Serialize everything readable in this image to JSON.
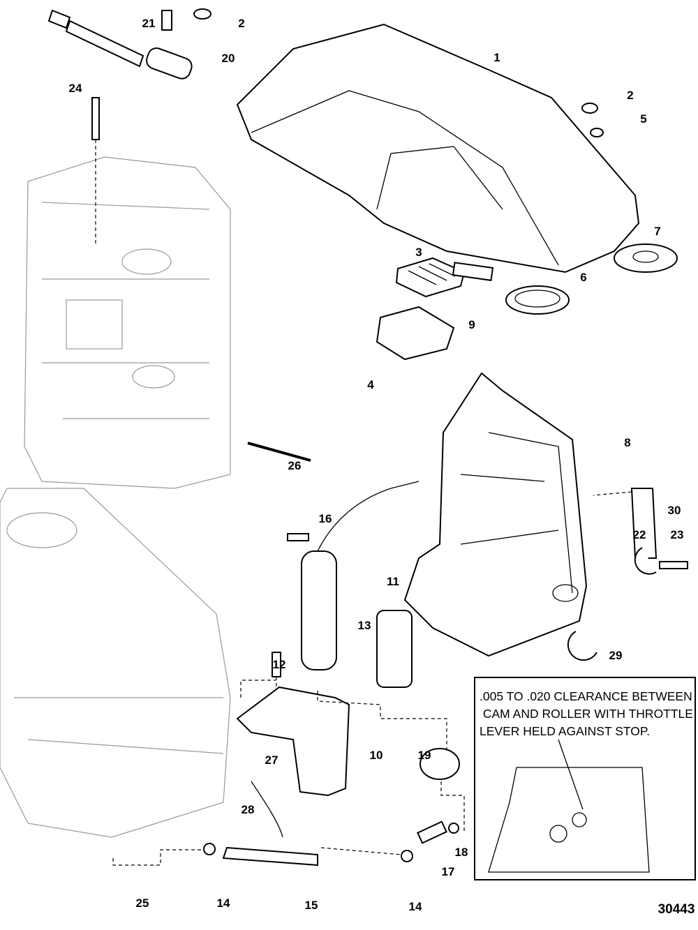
{
  "callouts": [
    "1",
    "2",
    "21",
    "20",
    "24",
    "2",
    "5",
    "7",
    "3",
    "9",
    "6",
    "4",
    "8",
    "26",
    "30",
    "16",
    "22",
    "23",
    "11",
    "13",
    "12",
    "29",
    "10",
    "19",
    "27",
    "28",
    "25",
    "14",
    "15",
    "14",
    "17",
    "18"
  ],
  "inset_note": ".005 TO .020 CLEARANCE BETWEEN\n CAM AND ROLLER WITH THROTTLE\nLEVER HELD AGAINST STOP.",
  "diagram_number": "30443"
}
